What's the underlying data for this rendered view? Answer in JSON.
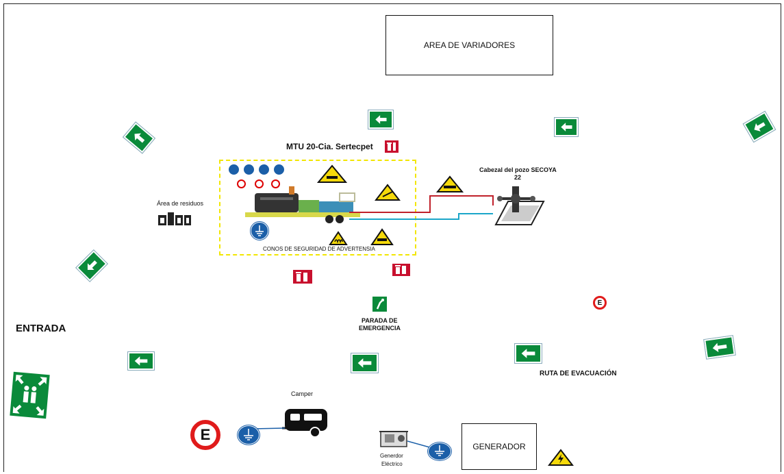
{
  "area_variadores": "AREA DE VARIADORES",
  "mtu_title": "MTU 20-Cia.  Sertecpet",
  "cabezal_label_line1": "Cabezal del pozo SECOYA",
  "cabezal_label_line2": "22",
  "area_residuos": "Área de residuos",
  "conos_label": "CONOS DE SEGURIDAD DE ADVERTENSIA",
  "parada_line1": "PARADA DE",
  "parada_line2": "EMERGENCIA",
  "entrada": "ENTRADA",
  "ruta_evacuacion": "RUTA DE EVACUACIÓN",
  "camper": "Camper",
  "generador_box": "GENERADOR",
  "generador_electrico_line1": "Generdor",
  "generador_electrico_line2": "Eléctrico",
  "parking_symbol": "E",
  "colors": {
    "exit_green": "#0a8a3a",
    "fire_red": "#c8102e",
    "ground_blue": "#1b5fa8",
    "warning_yellow": "#f5d90a",
    "dashed_yellow": "#f2e600",
    "line_red": "#c0202a",
    "line_cyan": "#1aa6c9"
  }
}
